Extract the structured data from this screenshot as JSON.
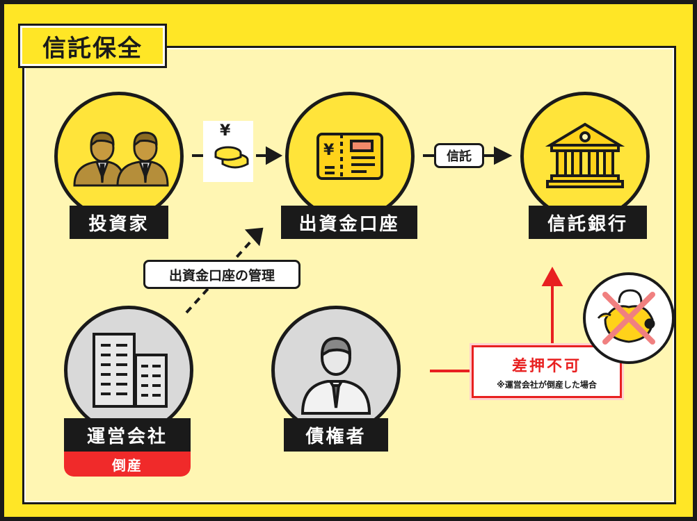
{
  "title": "信託保全",
  "nodes": {
    "investor": "投資家",
    "account": "出資金口座",
    "bank": "信託銀行",
    "company": "運営会社",
    "creditor": "債権者"
  },
  "arrows": {
    "money_symbol": "¥",
    "trust_label": "信託",
    "management_label": "出資金口座の管理"
  },
  "status": {
    "bankrupt": "倒産"
  },
  "warning": {
    "main": "差押不可",
    "note": "※運営会社が倒産した場合"
  },
  "colors": {
    "background": "#ffe626",
    "panel": "#fff6b3",
    "accent_red": "#e82020",
    "label_bg": "#1a1a1a"
  },
  "icons": {
    "investor": "two-businessmen-icon",
    "account": "bankbook-icon",
    "bank": "bank-building-icon",
    "company": "office-buildings-icon",
    "creditor": "businessman-icon",
    "money": "yen-coins-icon",
    "warning": "locked-crossed-out-icon"
  }
}
